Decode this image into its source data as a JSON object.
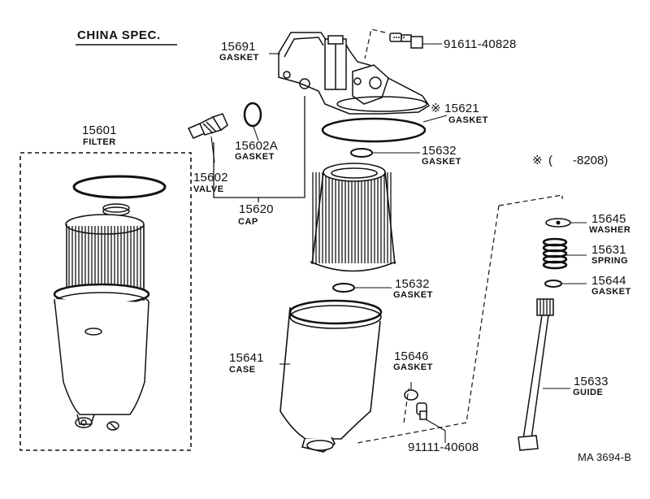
{
  "header": {
    "title": "CHINA SPEC.",
    "range_note_symbol": "※",
    "range_note_text": "(      -8208)"
  },
  "parts": [
    {
      "id": "p15691",
      "number": "15691",
      "name": "GASKET"
    },
    {
      "id": "p91611",
      "number": "91611-40828",
      "name": ""
    },
    {
      "id": "p15621",
      "number": "※ 15621",
      "name": "GASKET"
    },
    {
      "id": "p15601",
      "number": "15601",
      "name": "FILTER"
    },
    {
      "id": "p15602A",
      "number": "15602A",
      "name": "GASKET"
    },
    {
      "id": "p15602",
      "number": "15602",
      "name": "VALVE"
    },
    {
      "id": "p15632a",
      "number": "15632",
      "name": "GASKET"
    },
    {
      "id": "p15620",
      "number": "15620",
      "name": "CAP"
    },
    {
      "id": "p15645",
      "number": "15645",
      "name": "WASHER"
    },
    {
      "id": "p15631",
      "number": "15631",
      "name": "SPRING"
    },
    {
      "id": "p15644",
      "number": "15644",
      "name": "GASKET"
    },
    {
      "id": "p15632b",
      "number": "15632",
      "name": "GASKET"
    },
    {
      "id": "p15641",
      "number": "15641",
      "name": "CASE"
    },
    {
      "id": "p15646",
      "number": "15646",
      "name": "GASKET"
    },
    {
      "id": "p15633",
      "number": "15633",
      "name": "GUIDE"
    },
    {
      "id": "p91111",
      "number": "91111-40608",
      "name": ""
    }
  ],
  "footer": {
    "code": "MA  3694-B"
  }
}
